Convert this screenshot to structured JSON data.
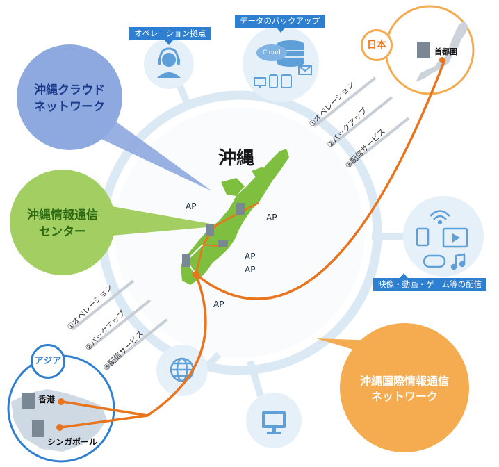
{
  "colors": {
    "ring": "#dbe9f5",
    "node": "#e6f0f9",
    "icon": "#5f9fd8",
    "tag": "#2f7fd0",
    "route": "#e8741e",
    "okinawa_land": "#7fbf3f",
    "cloud_net": "#8ea9df",
    "info_center": "#a3cf62",
    "intl_net": "#f5ab4f"
  },
  "center": {
    "title": "沖縄"
  },
  "bubbles": {
    "cloud_network": "沖縄クラウド\nネットワーク",
    "info_center": "沖縄情報通信\nセンター",
    "intl_network": "沖縄国際情報通信\nネットワーク"
  },
  "nodes": {
    "operation": {
      "label": "オペレーション拠点",
      "icon": "headset-operator-icon"
    },
    "backup": {
      "label": "データのバックアップ",
      "icon": "cloud-database-icon",
      "cloud_text": "Cloud"
    },
    "media": {
      "label": "映像・動画・ゲーム等の配信",
      "icon": "media-devices-icon"
    },
    "globe": {
      "icon": "globe-icon"
    },
    "monitor": {
      "icon": "monitor-icon"
    }
  },
  "japan": {
    "label": "日本",
    "city": "首都圏"
  },
  "asia": {
    "label": "アジア",
    "cities": [
      "香港",
      "シンガポール"
    ]
  },
  "access_points": [
    "AP",
    "AP",
    "AP",
    "AP",
    "AP"
  ],
  "services_japan": [
    "①オペレーション",
    "②バックアップ",
    "③配信サービス"
  ],
  "services_asia": [
    "①オペレーション",
    "②バックアップ",
    "③配信サービス"
  ]
}
